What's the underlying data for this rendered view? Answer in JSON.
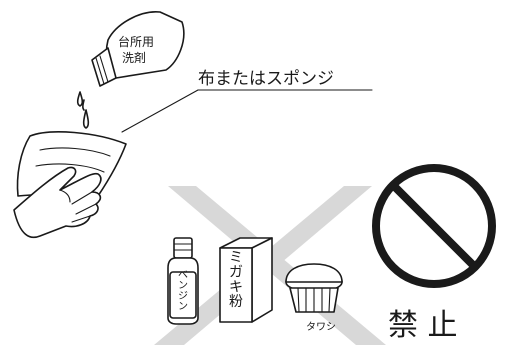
{
  "labels": {
    "detergent_bottle": "台所用\n洗剤",
    "cloth_sponge": "布またはスポンジ",
    "benzine": "ベンジン",
    "scouring_powder": "ミガキ粉",
    "scrub_brush": "タワシ",
    "prohibited": "禁 止"
  },
  "colors": {
    "ink": "#1a1a1a",
    "cross_mark": "#d6d6d6",
    "background": "#ffffff"
  },
  "icons": {
    "detergent": "bottle-icon",
    "hand": "hand-holding-cloth-icon",
    "forbidden": "prohibition-sign-icon",
    "cross": "cross-mark-icon"
  }
}
